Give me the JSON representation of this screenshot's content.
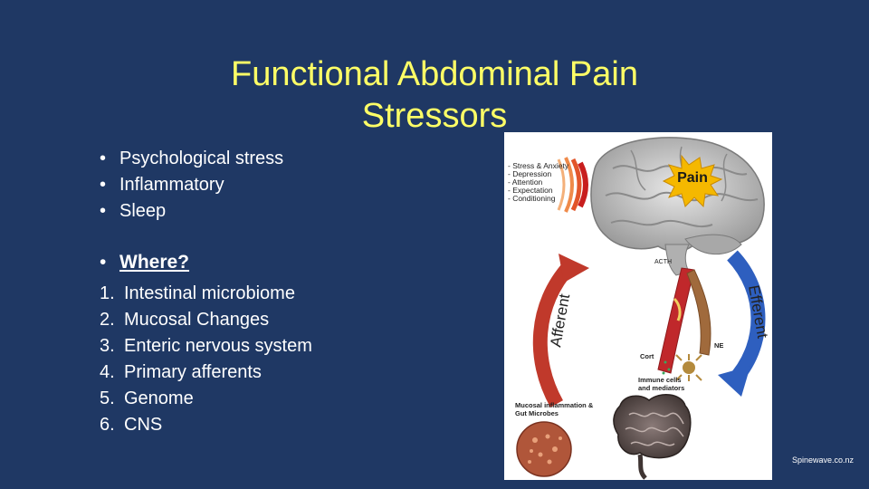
{
  "slide": {
    "title_line1": "Functional Abdominal Pain",
    "title_line2": "Stressors",
    "bullets": [
      "Psychological stress",
      "Inflammatory",
      "Sleep"
    ],
    "where_label": "Where?",
    "numbered": [
      {
        "num": "1.",
        "text": "Intestinal microbiome"
      },
      {
        "num": "2.",
        "text": "Mucosal Changes"
      },
      {
        "num": "3.",
        "text": "Enteric nervous system"
      },
      {
        "num": "4.",
        "text": "Primary afferents"
      },
      {
        "num": "5.",
        "text": "Genome"
      },
      {
        "num": "6.",
        "text": "CNS"
      }
    ],
    "credit": "Spinewave.co.nz"
  },
  "figure": {
    "stress_list": [
      "- Stress & Anxiety",
      "- Depression",
      "- Attention",
      "- Expectation",
      "- Conditioning"
    ],
    "pain_label": "Pain",
    "acth_label": "ACTH",
    "cort_label": "Cort",
    "ne_label": "NE",
    "afferent_label": "Afferent",
    "efferent_label": "Efferent",
    "immune_label_1": "Immune cells",
    "immune_label_2": "and mediators",
    "mucosal_label_1": "Mucosal inflammation &",
    "mucosal_label_2": "Gut Microbes",
    "colors": {
      "background": "#1f3864",
      "title": "#ffff66",
      "afferent_arrow": "#c0392b",
      "efferent_arrow": "#2e5fbf",
      "pain_burst": "#f5b800"
    }
  }
}
